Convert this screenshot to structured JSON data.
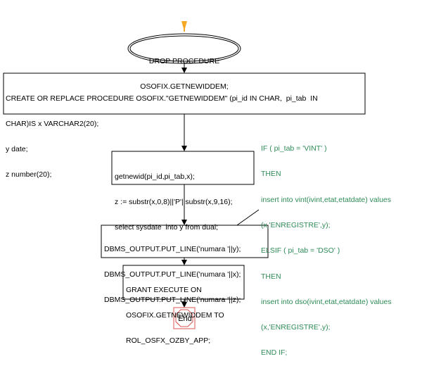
{
  "flowchart": {
    "drop_node": {
      "lines": [
        "DROP PROCEDURE",
        "OSOFIX.GETNEWIDDEM;"
      ]
    },
    "create_node": {
      "lines": [
        "CREATE OR REPLACE PROCEDURE OSOFIX.\"GETNEWIDDEM\" (pi_id IN CHAR,  pi_tab  IN",
        "CHAR)IS x VARCHAR2(20);",
        "y date;",
        "z number(20);"
      ]
    },
    "getnewid_node": {
      "lines": [
        "getnewid(pi_id,pi_tab,x);",
        "z := substr(x,0,8)||'P'||substr(x,9,16);",
        "select sysdate  into y from dual;"
      ]
    },
    "comment_note": {
      "lines": [
        "IF ( pi_tab = 'VINT' )",
        "THEN",
        "insert into vint(ivint,etat,etatdate) values",
        "(x,'ENREGISTRE',y);",
        "ELSIF ( pi_tab = 'DSO' )",
        "THEN",
        "insert into dso(ivint,etat,etatdate) values",
        "(x,'ENREGISTRE',y);",
        "END IF;"
      ]
    },
    "output_node": {
      "lines": [
        "DBMS_OUTPUT.PUT_LINE('numara '||y);",
        "DBMS_OUTPUT.PUT_LINE('numara '||x);",
        "DBMS_OUTPUT.PUT_LINE('numara '||z);"
      ]
    },
    "grant_node": {
      "lines": [
        "GRANT EXECUTE ON",
        "OSOFIX.GETNEWIDDEM TO",
        "ROL_OSFX_OZBY_APP;"
      ]
    },
    "end_node": {
      "label": "End"
    }
  },
  "colors": {
    "start_marker": "#f5a623",
    "end_outline": "#d9534f",
    "comment_text": "#2e8b57",
    "line": "#000000"
  }
}
